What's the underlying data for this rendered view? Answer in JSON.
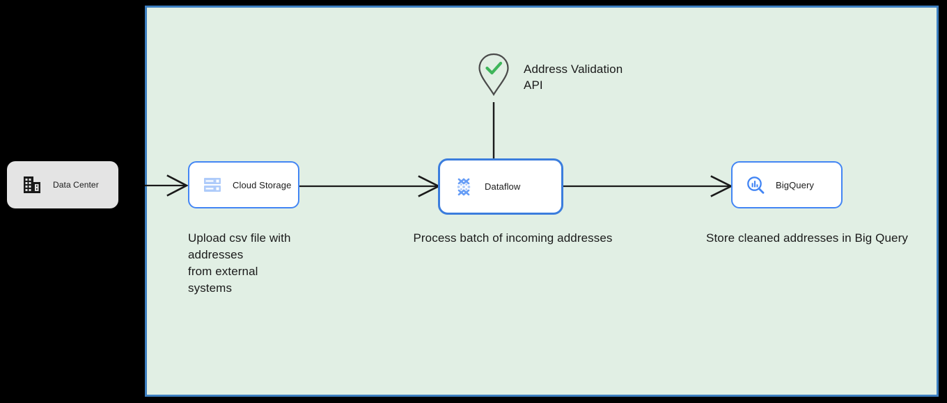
{
  "canvas": {
    "background_color": "#e1efe4",
    "border_color": "#3d7fc0",
    "outside_background_color": "#000000"
  },
  "nodes": [
    {
      "id": "data-center",
      "label": "Data Center",
      "icon": "data-center-building-icon",
      "box_color": "#e4e4e4",
      "icon_color": "#1a1a1a",
      "inside_canvas": false
    },
    {
      "id": "cloud-storage",
      "label": "Cloud Storage",
      "icon": "cloud-storage-icon",
      "box_color": "#ffffff",
      "border_color": "#4285f4",
      "icon_color": "#669df6",
      "selected": false,
      "inside_canvas": true
    },
    {
      "id": "dataflow",
      "label": "Dataflow",
      "icon": "dataflow-icon",
      "box_color": "#ffffff",
      "border_color": "#3b7ddd",
      "icon_color": "#669df6",
      "selected": true,
      "inside_canvas": true
    },
    {
      "id": "bigquery",
      "label": "BigQuery",
      "icon": "bigquery-icon",
      "box_color": "#ffffff",
      "border_color": "#4285f4",
      "icon_color": "#4285f4",
      "selected": false,
      "inside_canvas": true
    }
  ],
  "external_service": {
    "id": "address-validation-api",
    "label": "Address Validation\nAPI",
    "icon": "map-pin-check-icon",
    "pin_outline_color": "#4a4a4a",
    "check_color": "#3eb55a"
  },
  "captions": [
    {
      "id": "caption-upload",
      "text": "Upload csv file with\naddresses\nfrom external\nsystems"
    },
    {
      "id": "caption-process",
      "text": "Process batch of incoming addresses"
    },
    {
      "id": "caption-store",
      "text": "Store cleaned addresses in Big Query"
    }
  ],
  "connectors": [
    {
      "id": "data-center-to-cloud-storage",
      "from": "data-center",
      "to": "cloud-storage",
      "arrowhead": true,
      "color": "#1a1a1a"
    },
    {
      "id": "cloud-storage-to-dataflow",
      "from": "cloud-storage",
      "to": "dataflow",
      "arrowhead": true,
      "color": "#1a1a1a"
    },
    {
      "id": "dataflow-to-bigquery",
      "from": "dataflow",
      "to": "bigquery",
      "arrowhead": true,
      "color": "#1a1a1a"
    },
    {
      "id": "address-validation-api-to-dataflow",
      "from": "address-validation-api",
      "to": "dataflow",
      "arrowhead": false,
      "color": "#1a1a1a"
    }
  ]
}
